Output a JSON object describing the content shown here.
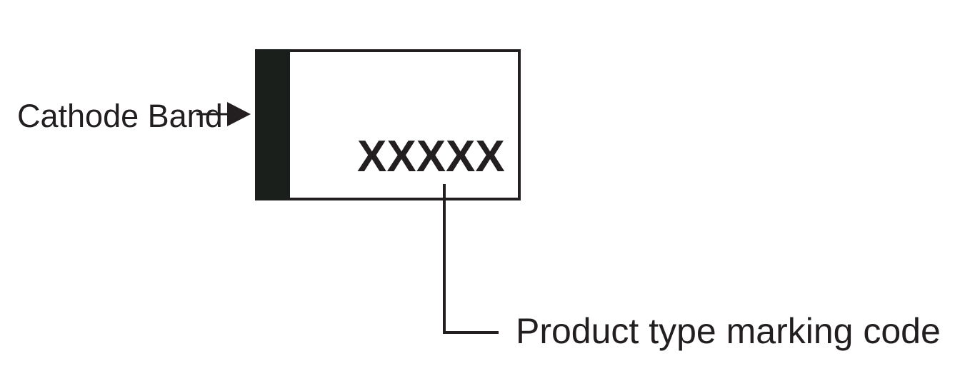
{
  "labels": {
    "cathode_band": "Cathode Band",
    "marking": "XXXXX",
    "product_code": "Product type marking code"
  },
  "colors": {
    "ink": "#231f20",
    "band": "#1a1f1c"
  }
}
